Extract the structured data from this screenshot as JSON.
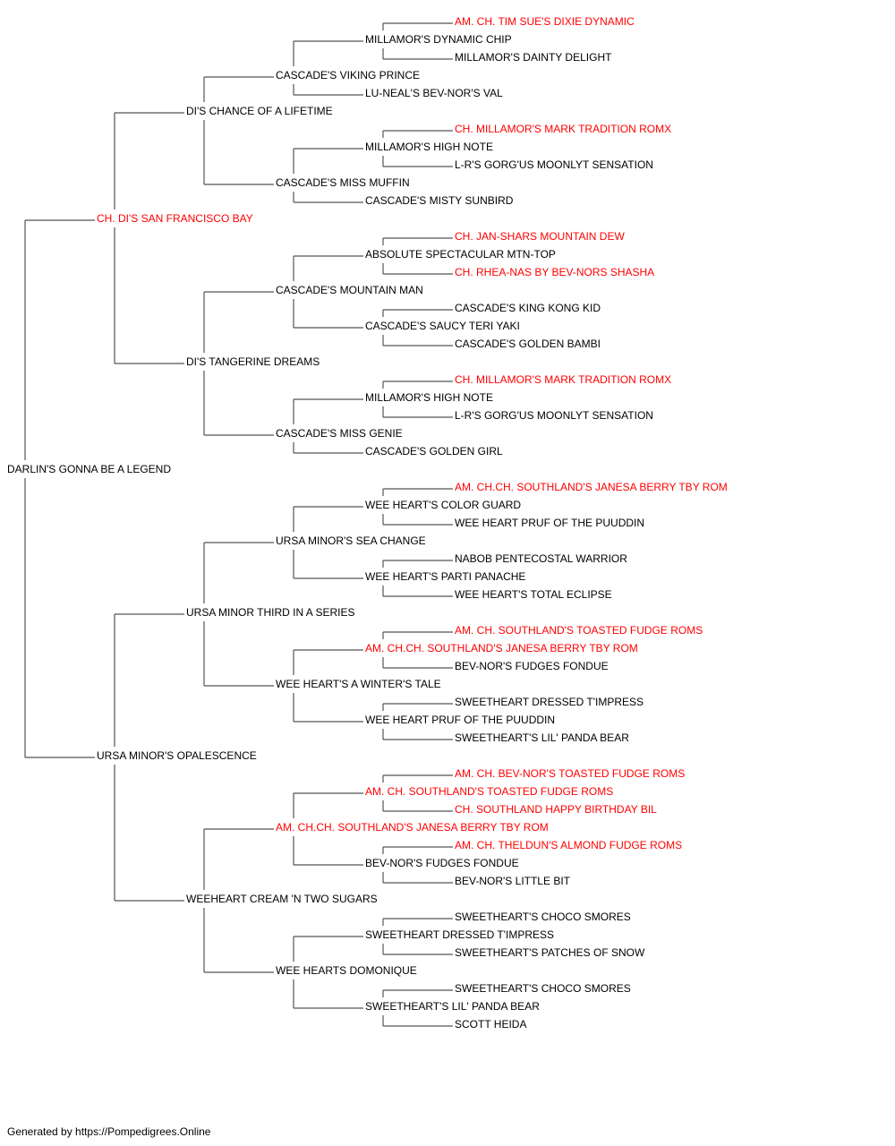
{
  "colors": {
    "champion": "#ff0000",
    "normal": "#000000",
    "line": "#555555"
  },
  "pedigree": {
    "name": "DARLIN'S GONNA BE A LEGEND",
    "champion": false,
    "sire": {
      "name": "CH. DI'S SAN FRANCISCO BAY",
      "champion": true,
      "sire": {
        "name": "DI'S CHANCE OF A LIFETIME",
        "champion": false,
        "sire": {
          "name": "CASCADE'S VIKING PRINCE",
          "champion": false,
          "sire": {
            "name": "MILLAMOR'S DYNAMIC CHIP",
            "champion": false,
            "sire": {
              "name": "AM. CH. TIM SUE'S DIXIE DYNAMIC",
              "champion": true
            },
            "dam": {
              "name": "MILLAMOR'S DAINTY DELIGHT",
              "champion": false
            }
          },
          "dam": {
            "name": "LU-NEAL'S BEV-NOR'S VAL",
            "champion": false
          }
        },
        "dam": {
          "name": "CASCADE'S MISS MUFFIN",
          "champion": false,
          "sire": {
            "name": "MILLAMOR'S HIGH NOTE",
            "champion": false,
            "sire": {
              "name": "CH. MILLAMOR'S MARK TRADITION ROMX",
              "champion": true
            },
            "dam": {
              "name": "L-R'S GORG'US MOONLYT SENSATION",
              "champion": false
            }
          },
          "dam": {
            "name": "CASCADE'S MISTY SUNBIRD",
            "champion": false
          }
        }
      },
      "dam": {
        "name": "DI'S TANGERINE DREAMS",
        "champion": false,
        "sire": {
          "name": "CASCADE'S MOUNTAIN MAN",
          "champion": false,
          "sire": {
            "name": "ABSOLUTE SPECTACULAR MTN-TOP",
            "champion": false,
            "sire": {
              "name": "CH. JAN-SHARS MOUNTAIN DEW",
              "champion": true
            },
            "dam": {
              "name": "CH. RHEA-NAS BY BEV-NORS SHASHA",
              "champion": true
            }
          },
          "dam": {
            "name": "CASCADE'S SAUCY TERI YAKI",
            "champion": false,
            "sire": {
              "name": "CASCADE'S KING KONG KID",
              "champion": false
            },
            "dam": {
              "name": "CASCADE'S GOLDEN BAMBI",
              "champion": false
            }
          }
        },
        "dam": {
          "name": "CASCADE'S MISS GENIE",
          "champion": false,
          "sire": {
            "name": "MILLAMOR'S HIGH NOTE",
            "champion": false,
            "sire": {
              "name": "CH. MILLAMOR'S MARK TRADITION ROMX",
              "champion": true
            },
            "dam": {
              "name": "L-R'S GORG'US MOONLYT SENSATION",
              "champion": false
            }
          },
          "dam": {
            "name": "CASCADE'S GOLDEN GIRL",
            "champion": false
          }
        }
      }
    },
    "dam": {
      "name": "URSA MINOR'S OPALESCENCE",
      "champion": false,
      "sire": {
        "name": "URSA MINOR THIRD IN A SERIES",
        "champion": false,
        "sire": {
          "name": "URSA MINOR'S SEA CHANGE",
          "champion": false,
          "sire": {
            "name": "WEE HEART'S COLOR GUARD",
            "champion": false,
            "sire": {
              "name": "AM. CH.CH. SOUTHLAND'S JANESA BERRY TBY ROM",
              "champion": true
            },
            "dam": {
              "name": "WEE HEART PRUF OF THE PUUDDIN",
              "champion": false
            }
          },
          "dam": {
            "name": "WEE HEART'S PARTI PANACHE",
            "champion": false,
            "sire": {
              "name": "NABOB PENTECOSTAL WARRIOR",
              "champion": false
            },
            "dam": {
              "name": "WEE HEART'S TOTAL ECLIPSE",
              "champion": false
            }
          }
        },
        "dam": {
          "name": "WEE HEART'S A WINTER'S TALE",
          "champion": false,
          "sire": {
            "name": "AM. CH.CH. SOUTHLAND'S JANESA BERRY TBY ROM",
            "champion": true,
            "sire": {
              "name": "AM. CH. SOUTHLAND'S TOASTED FUDGE ROMS",
              "champion": true
            },
            "dam": {
              "name": "BEV-NOR'S FUDGES FONDUE",
              "champion": false
            }
          },
          "dam": {
            "name": "WEE HEART PRUF OF THE PUUDDIN",
            "champion": false,
            "sire": {
              "name": "SWEETHEART DRESSED T'IMPRESS",
              "champion": false
            },
            "dam": {
              "name": "SWEETHEART'S LIL' PANDA BEAR",
              "champion": false
            }
          }
        }
      },
      "dam": {
        "name": "WEEHEART CREAM 'N TWO SUGARS",
        "champion": false,
        "sire": {
          "name": "AM. CH.CH. SOUTHLAND'S JANESA BERRY TBY ROM",
          "champion": true,
          "sire": {
            "name": "AM. CH. SOUTHLAND'S TOASTED FUDGE ROMS",
            "champion": true,
            "sire": {
              "name": "AM. CH. BEV-NOR'S TOASTED FUDGE ROMS",
              "champion": true
            },
            "dam": {
              "name": "CH. SOUTHLAND HAPPY BIRTHDAY BIL",
              "champion": true
            }
          },
          "dam": {
            "name": "BEV-NOR'S FUDGES FONDUE",
            "champion": false,
            "sire": {
              "name": "AM. CH. THELDUN'S ALMOND FUDGE ROMS",
              "champion": true
            },
            "dam": {
              "name": "BEV-NOR'S LITTLE BIT",
              "champion": false
            }
          }
        },
        "dam": {
          "name": "WEE HEARTS DOMONIQUE",
          "champion": false,
          "sire": {
            "name": "SWEETHEART DRESSED T'IMPRESS",
            "champion": false,
            "sire": {
              "name": "SWEETHEART'S CHOCO SMORES",
              "champion": false
            },
            "dam": {
              "name": "SWEETHEART'S PATCHES OF SNOW",
              "champion": false
            }
          },
          "dam": {
            "name": "SWEETHEART'S LIL' PANDA BEAR",
            "champion": false,
            "sire": {
              "name": "SWEETHEART'S CHOCO SMORES",
              "champion": false
            },
            "dam": {
              "name": "SCOTT HEIDA",
              "champion": false
            }
          }
        }
      }
    }
  },
  "footer": "Generated by https://Pompedigrees.Online"
}
